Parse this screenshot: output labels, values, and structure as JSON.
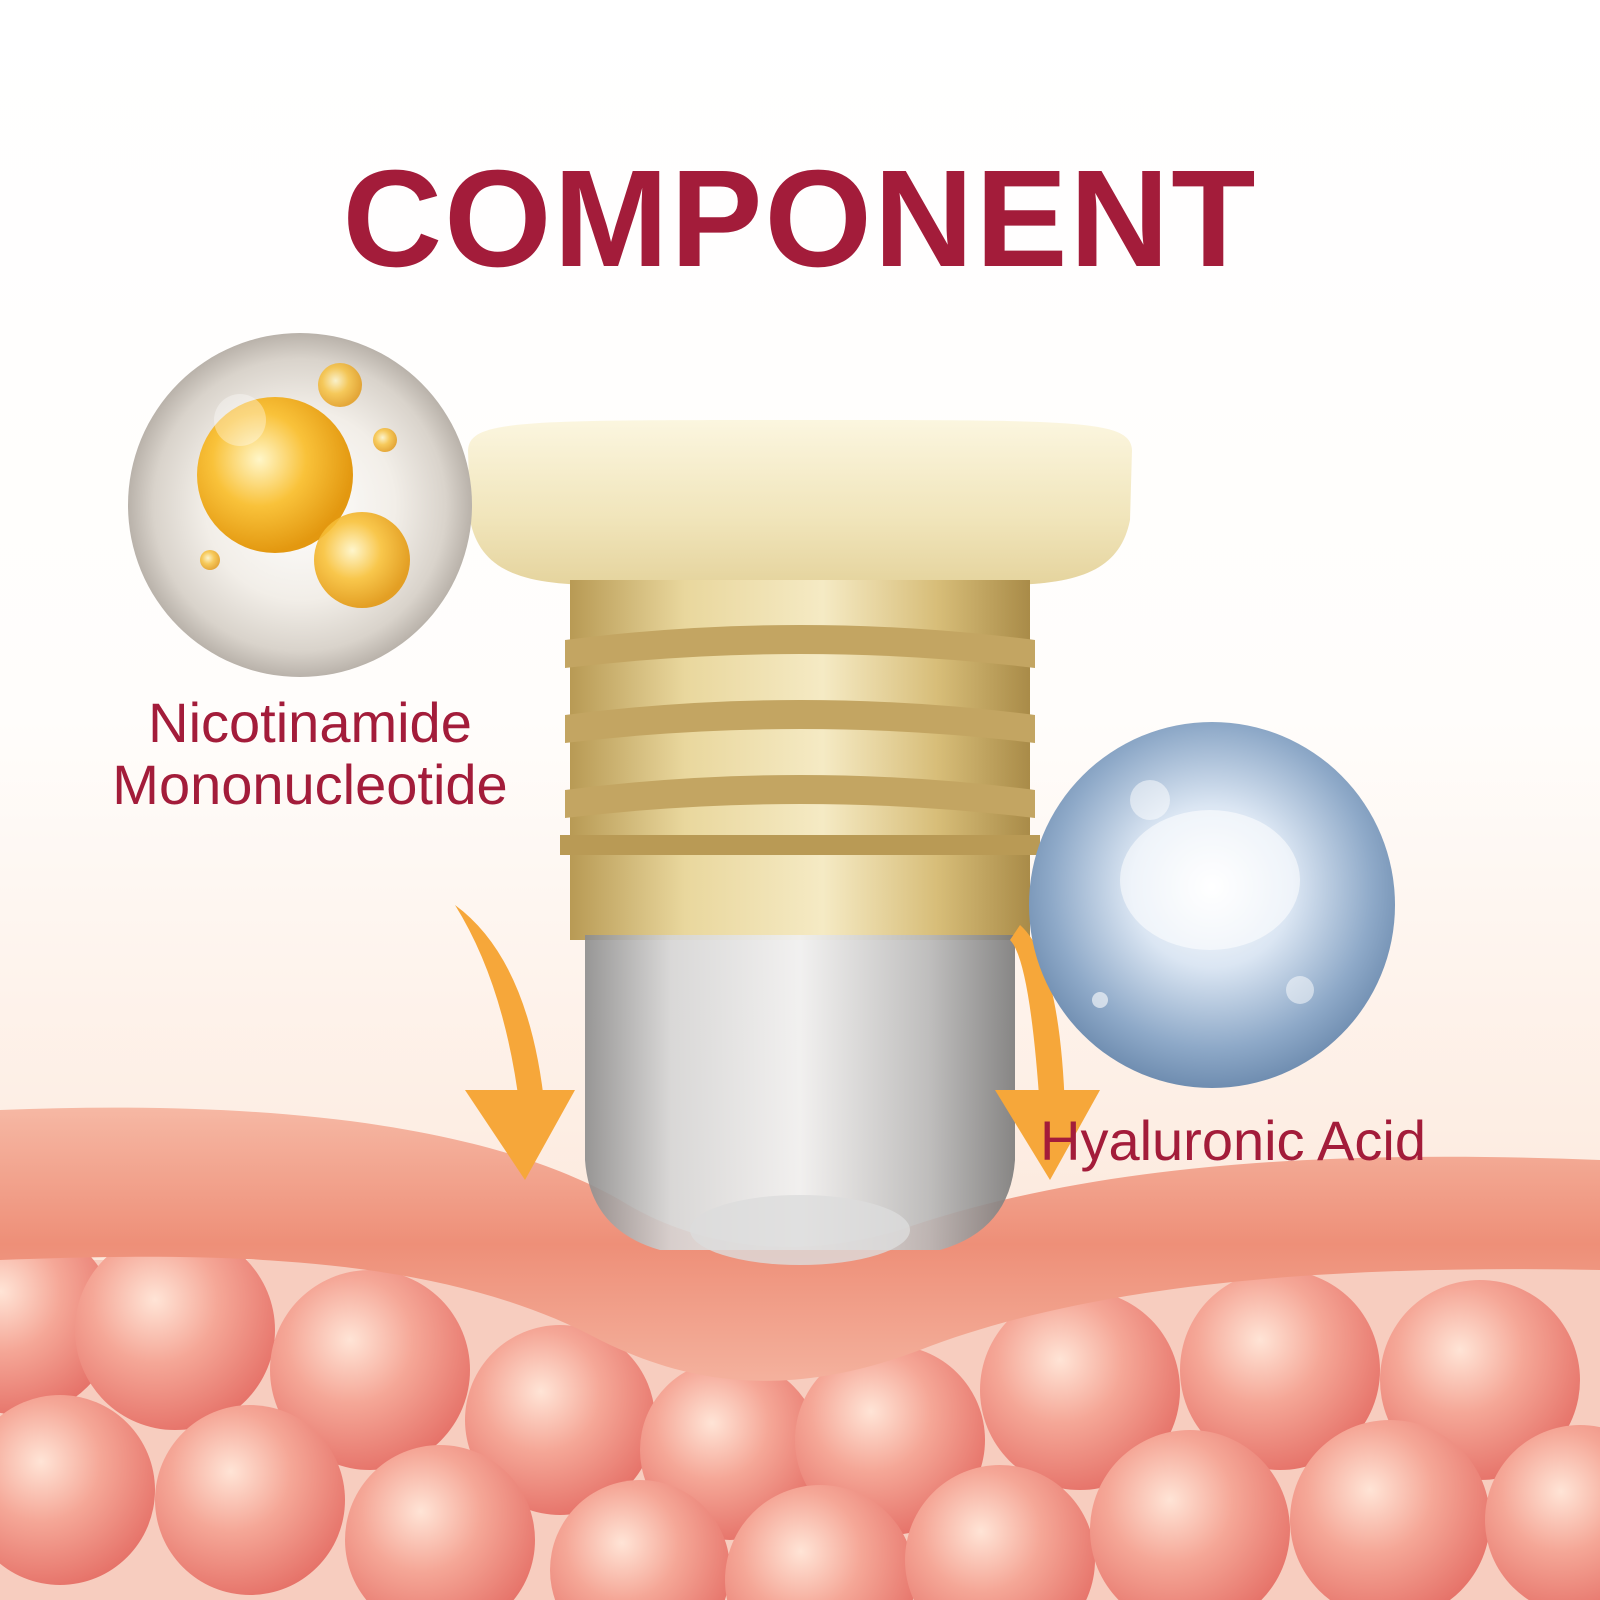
{
  "heading": "COMPONENT",
  "ingredients": [
    {
      "line1": "Nicotinamide",
      "line2": "Mononucleotide",
      "icon": "golden-oil-droplet-icon"
    },
    {
      "line1": "Hyaluronic Acid",
      "icon": "hydro-gel-bubble-icon"
    }
  ],
  "colors": {
    "heading": "#a31c3a",
    "label": "#a31c3a",
    "arrow": "#f6a73a",
    "skin": "#ee8f78",
    "cells": "#f29a8c",
    "gold": "#d9c07e"
  }
}
